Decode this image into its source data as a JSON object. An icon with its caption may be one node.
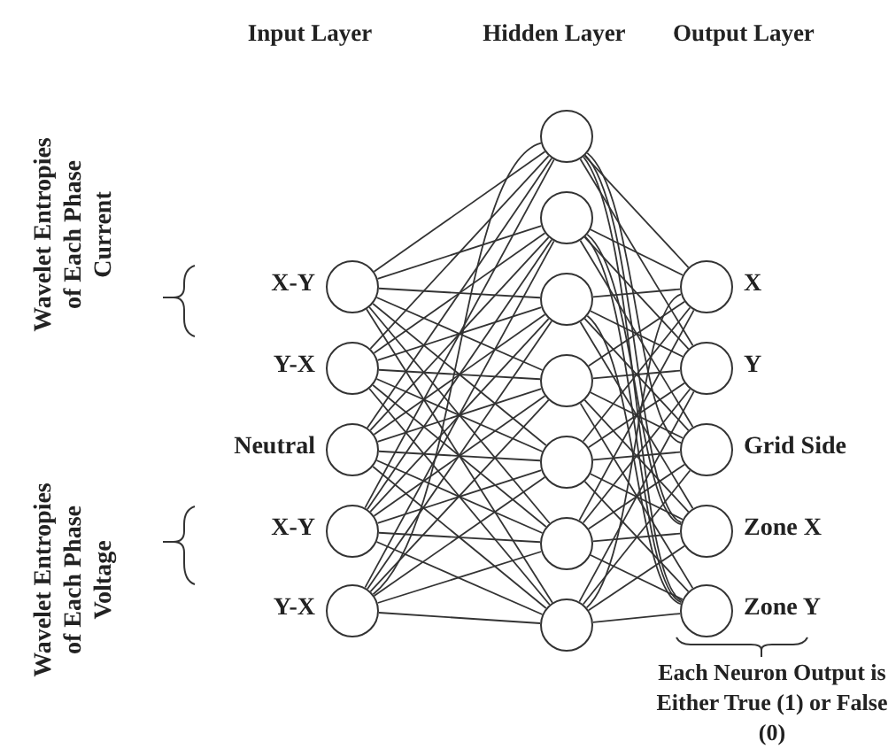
{
  "diagram": {
    "nodes": [
      {
        "text": [],
        "shape": "circle",
        "beside": [
          "X-Y"
        ]
      },
      {
        "text": [],
        "shape": "circle",
        "beside": [
          "Y-X"
        ]
      },
      {
        "text": [],
        "shape": "circle",
        "beside": [
          "Neutral"
        ]
      },
      {
        "text": [],
        "shape": "circle",
        "beside": [
          "X-Y"
        ]
      },
      {
        "text": [],
        "shape": "circle",
        "beside": [
          "Y-X"
        ]
      },
      {
        "text": [],
        "shape": "circle"
      },
      {
        "text": [],
        "shape": "circle"
      },
      {
        "text": [],
        "shape": "circle"
      },
      {
        "text": [],
        "shape": "circle"
      },
      {
        "text": [],
        "shape": "circle"
      },
      {
        "text": [],
        "shape": "circle"
      },
      {
        "text": [],
        "shape": "circle"
      },
      {
        "text": [],
        "shape": "circle",
        "beside": [
          "X"
        ]
      },
      {
        "text": [],
        "shape": "circle",
        "beside": [
          "Y"
        ]
      },
      {
        "text": [],
        "shape": "circle",
        "beside": [
          "Grid Side"
        ]
      },
      {
        "text": [],
        "shape": "circle",
        "beside": [
          "Zone X"
        ]
      },
      {
        "text": [],
        "shape": "circle",
        "beside": [
          "Zone Y"
        ]
      }
    ],
    "edges": [
      {
        "from": 0,
        "to": 5,
        "arrow": "none"
      },
      {
        "from": 0,
        "to": 6,
        "arrow": "none"
      },
      {
        "from": 0,
        "to": 7,
        "arrow": "none"
      },
      {
        "from": 0,
        "to": 8,
        "arrow": "none"
      },
      {
        "from": 0,
        "to": 9,
        "arrow": "none"
      },
      {
        "from": 0,
        "to": 10,
        "arrow": "none"
      },
      {
        "from": 0,
        "to": 11,
        "arrow": "none"
      },
      {
        "from": 1,
        "to": 5,
        "arrow": "none"
      },
      {
        "from": 1,
        "to": 6,
        "arrow": "none"
      },
      {
        "from": 1,
        "to": 7,
        "arrow": "none"
      },
      {
        "from": 1,
        "to": 8,
        "arrow": "none"
      },
      {
        "from": 1,
        "to": 9,
        "arrow": "none"
      },
      {
        "from": 1,
        "to": 10,
        "arrow": "none"
      },
      {
        "from": 1,
        "to": 11,
        "arrow": "none"
      },
      {
        "from": 2,
        "to": 5,
        "arrow": "none"
      },
      {
        "from": 2,
        "to": 6,
        "arrow": "none"
      },
      {
        "from": 2,
        "to": 7,
        "arrow": "none"
      },
      {
        "from": 2,
        "to": 8,
        "arrow": "none"
      },
      {
        "from": 2,
        "to": 9,
        "arrow": "none"
      },
      {
        "from": 2,
        "to": 10,
        "arrow": "none"
      },
      {
        "from": 2,
        "to": 11,
        "arrow": "none"
      },
      {
        "from": 3,
        "to": 5,
        "arrow": "none"
      },
      {
        "from": 3,
        "to": 6,
        "arrow": "none"
      },
      {
        "from": 3,
        "to": 7,
        "arrow": "none"
      },
      {
        "from": 3,
        "to": 8,
        "arrow": "none"
      },
      {
        "from": 3,
        "to": 9,
        "arrow": "none"
      },
      {
        "from": 3,
        "to": 10,
        "arrow": "none"
      },
      {
        "from": 3,
        "to": 11,
        "arrow": "none"
      },
      {
        "from": 4,
        "to": 5,
        "arrow": "none"
      },
      {
        "from": 4,
        "to": 6,
        "arrow": "none"
      },
      {
        "from": 4,
        "to": 7,
        "arrow": "none"
      },
      {
        "from": 4,
        "to": 8,
        "arrow": "none"
      },
      {
        "from": 4,
        "to": 9,
        "arrow": "none"
      },
      {
        "from": 4,
        "to": 10,
        "arrow": "none"
      },
      {
        "from": 4,
        "to": 11,
        "arrow": "none"
      },
      {
        "from": 5,
        "to": 12,
        "arrow": "none"
      },
      {
        "from": 5,
        "to": 13,
        "arrow": "none"
      },
      {
        "from": 5,
        "to": 14,
        "arrow": "none"
      },
      {
        "from": 5,
        "to": 15,
        "arrow": "none"
      },
      {
        "from": 5,
        "to": 16,
        "arrow": "none"
      },
      {
        "from": 6,
        "to": 12,
        "arrow": "none"
      },
      {
        "from": 6,
        "to": 13,
        "arrow": "none"
      },
      {
        "from": 6,
        "to": 14,
        "arrow": "none"
      },
      {
        "from": 6,
        "to": 15,
        "arrow": "none"
      },
      {
        "from": 6,
        "to": 16,
        "arrow": "none"
      },
      {
        "from": 7,
        "to": 12,
        "arrow": "none"
      },
      {
        "from": 7,
        "to": 13,
        "arrow": "none"
      },
      {
        "from": 7,
        "to": 14,
        "arrow": "none"
      },
      {
        "from": 7,
        "to": 15,
        "arrow": "none"
      },
      {
        "from": 7,
        "to": 16,
        "arrow": "none"
      },
      {
        "from": 8,
        "to": 12,
        "arrow": "none"
      },
      {
        "from": 8,
        "to": 13,
        "arrow": "none"
      },
      {
        "from": 8,
        "to": 14,
        "arrow": "none"
      },
      {
        "from": 8,
        "to": 15,
        "arrow": "none"
      },
      {
        "from": 8,
        "to": 16,
        "arrow": "none"
      },
      {
        "from": 9,
        "to": 12,
        "arrow": "none"
      },
      {
        "from": 9,
        "to": 13,
        "arrow": "none"
      },
      {
        "from": 9,
        "to": 14,
        "arrow": "none"
      },
      {
        "from": 9,
        "to": 15,
        "arrow": "none"
      },
      {
        "from": 9,
        "to": 16,
        "arrow": "none"
      },
      {
        "from": 10,
        "to": 12,
        "arrow": "none"
      },
      {
        "from": 10,
        "to": 13,
        "arrow": "none"
      },
      {
        "from": 10,
        "to": 14,
        "arrow": "none"
      },
      {
        "from": 10,
        "to": 15,
        "arrow": "none"
      },
      {
        "from": 10,
        "to": 16,
        "arrow": "none"
      },
      {
        "from": 11,
        "to": 12,
        "arrow": "none"
      },
      {
        "from": 11,
        "to": 13,
        "arrow": "none"
      },
      {
        "from": 11,
        "to": 14,
        "arrow": "none"
      },
      {
        "from": 11,
        "to": 15,
        "arrow": "none"
      },
      {
        "from": 11,
        "to": 16,
        "arrow": "none"
      }
    ],
    "labels": [
      "Input Layer",
      "Hidden Layer",
      "Output Layer",
      "Wavelet Entropies of Each Phase Current",
      "Wavelet Entropies of Each Phase Voltage",
      "Each Neuron Output is Either True (1) or False (0)"
    ]
  }
}
